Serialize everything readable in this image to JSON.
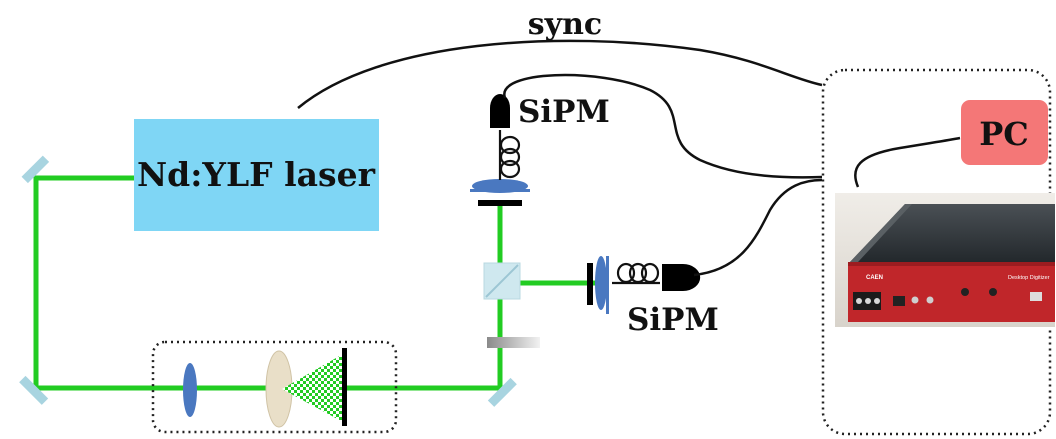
{
  "diagram": {
    "sync_label": "sync",
    "laser_label": "Nd:YLF laser",
    "sipm_top_label": "SiPM",
    "sipm_right_label": "SiPM",
    "pc_label": "PC",
    "digitizer_brand": "CAEN",
    "digitizer_model": "Desktop Digitizer"
  },
  "colors": {
    "beam": "#22cc22",
    "laser_box": "#7fd6f5",
    "pc_box": "#f47777",
    "optic_blue": "#4a78c0",
    "mirror": "#a8d4e0",
    "digitizer_red": "#c0262a",
    "digitizer_top": "#2f3438",
    "diffuser": "#e9dfc8"
  },
  "icons": [
    "mirror-icon",
    "lens-icon",
    "diffuser-icon",
    "beam-splitter-icon",
    "fiber-coil-icon",
    "sipm-detector-icon",
    "digitizer-photo-icon"
  ]
}
